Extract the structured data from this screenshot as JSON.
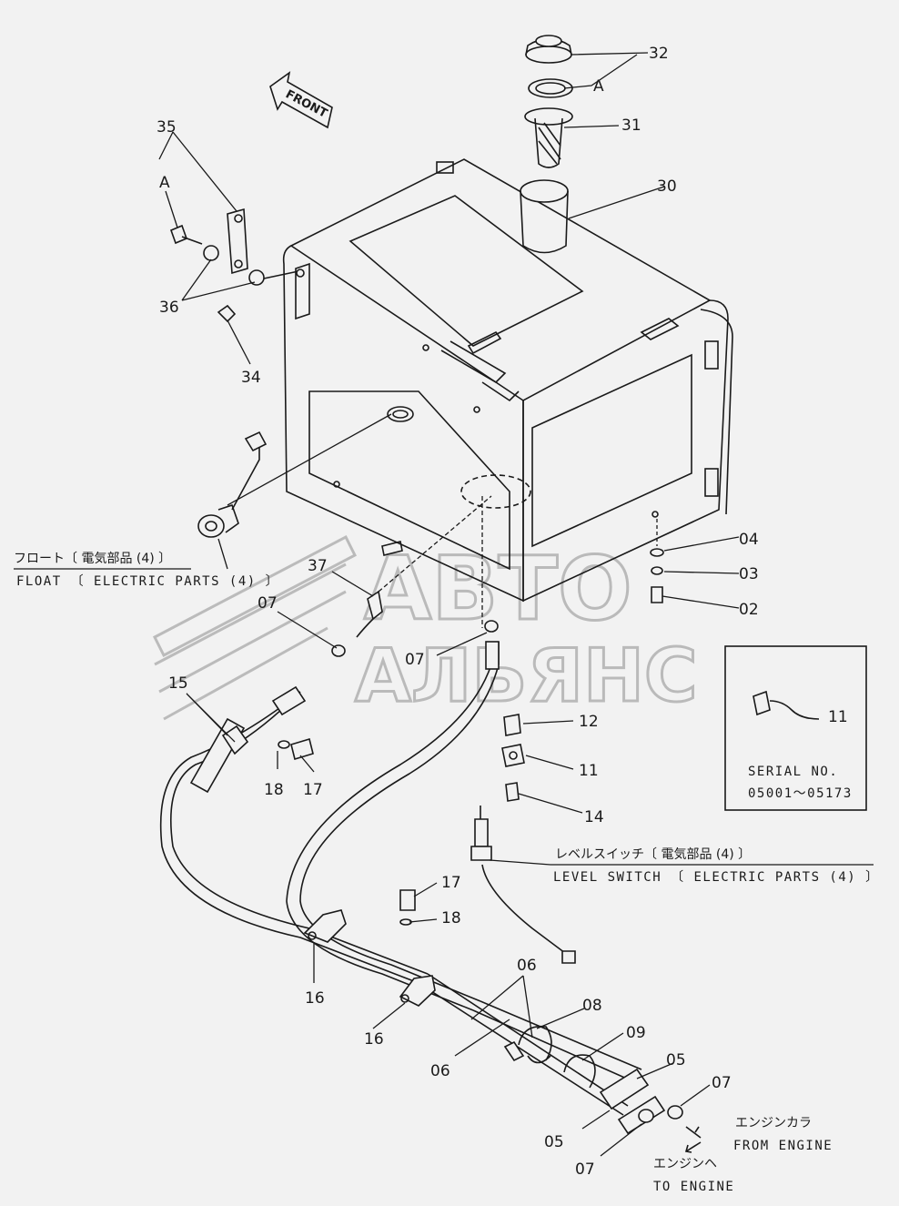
{
  "labels": {
    "p32": "32",
    "pA1": "A",
    "p31": "31",
    "p30": "30",
    "p35": "35",
    "pA2": "A",
    "p36": "36",
    "p34": "34",
    "p04": "04",
    "p03": "03",
    "p02": "02",
    "p37": "37",
    "p07a": "07",
    "p07b": "07",
    "p15": "15",
    "p18a": "18",
    "p17a": "17",
    "p12": "12",
    "p11a": "11",
    "p14": "14",
    "p11b": "11",
    "p17b": "17",
    "p18b": "18",
    "p16a": "16",
    "p16b": "16",
    "p06a": "06",
    "p06b": "06",
    "p08": "08",
    "p09": "09",
    "p05a": "05",
    "p05b": "05",
    "p07c": "07",
    "p07d": "07"
  },
  "front_arrow": "FRONT",
  "float_caption": {
    "jp": "フロート〔 電気部品 (4) 〕",
    "en": "FLOAT 〔 ELECTRIC PARTS (4) 〕"
  },
  "level_switch_caption": {
    "jp": "レベルスイッチ〔 電気部品 (4) 〕",
    "en": "LEVEL SWITCH 〔 ELECTRIC PARTS (4) 〕"
  },
  "serial_box": {
    "title": "SERIAL NO.",
    "range": "05001～05173"
  },
  "from_engine": {
    "jp": "エンジンカラ",
    "en": "FROM ENGINE"
  },
  "to_engine": {
    "jp": "エンジンヘ",
    "en": "TO ENGINE"
  },
  "watermark": {
    "line1": "АВТО",
    "line2": "АЛЬЯНС"
  }
}
